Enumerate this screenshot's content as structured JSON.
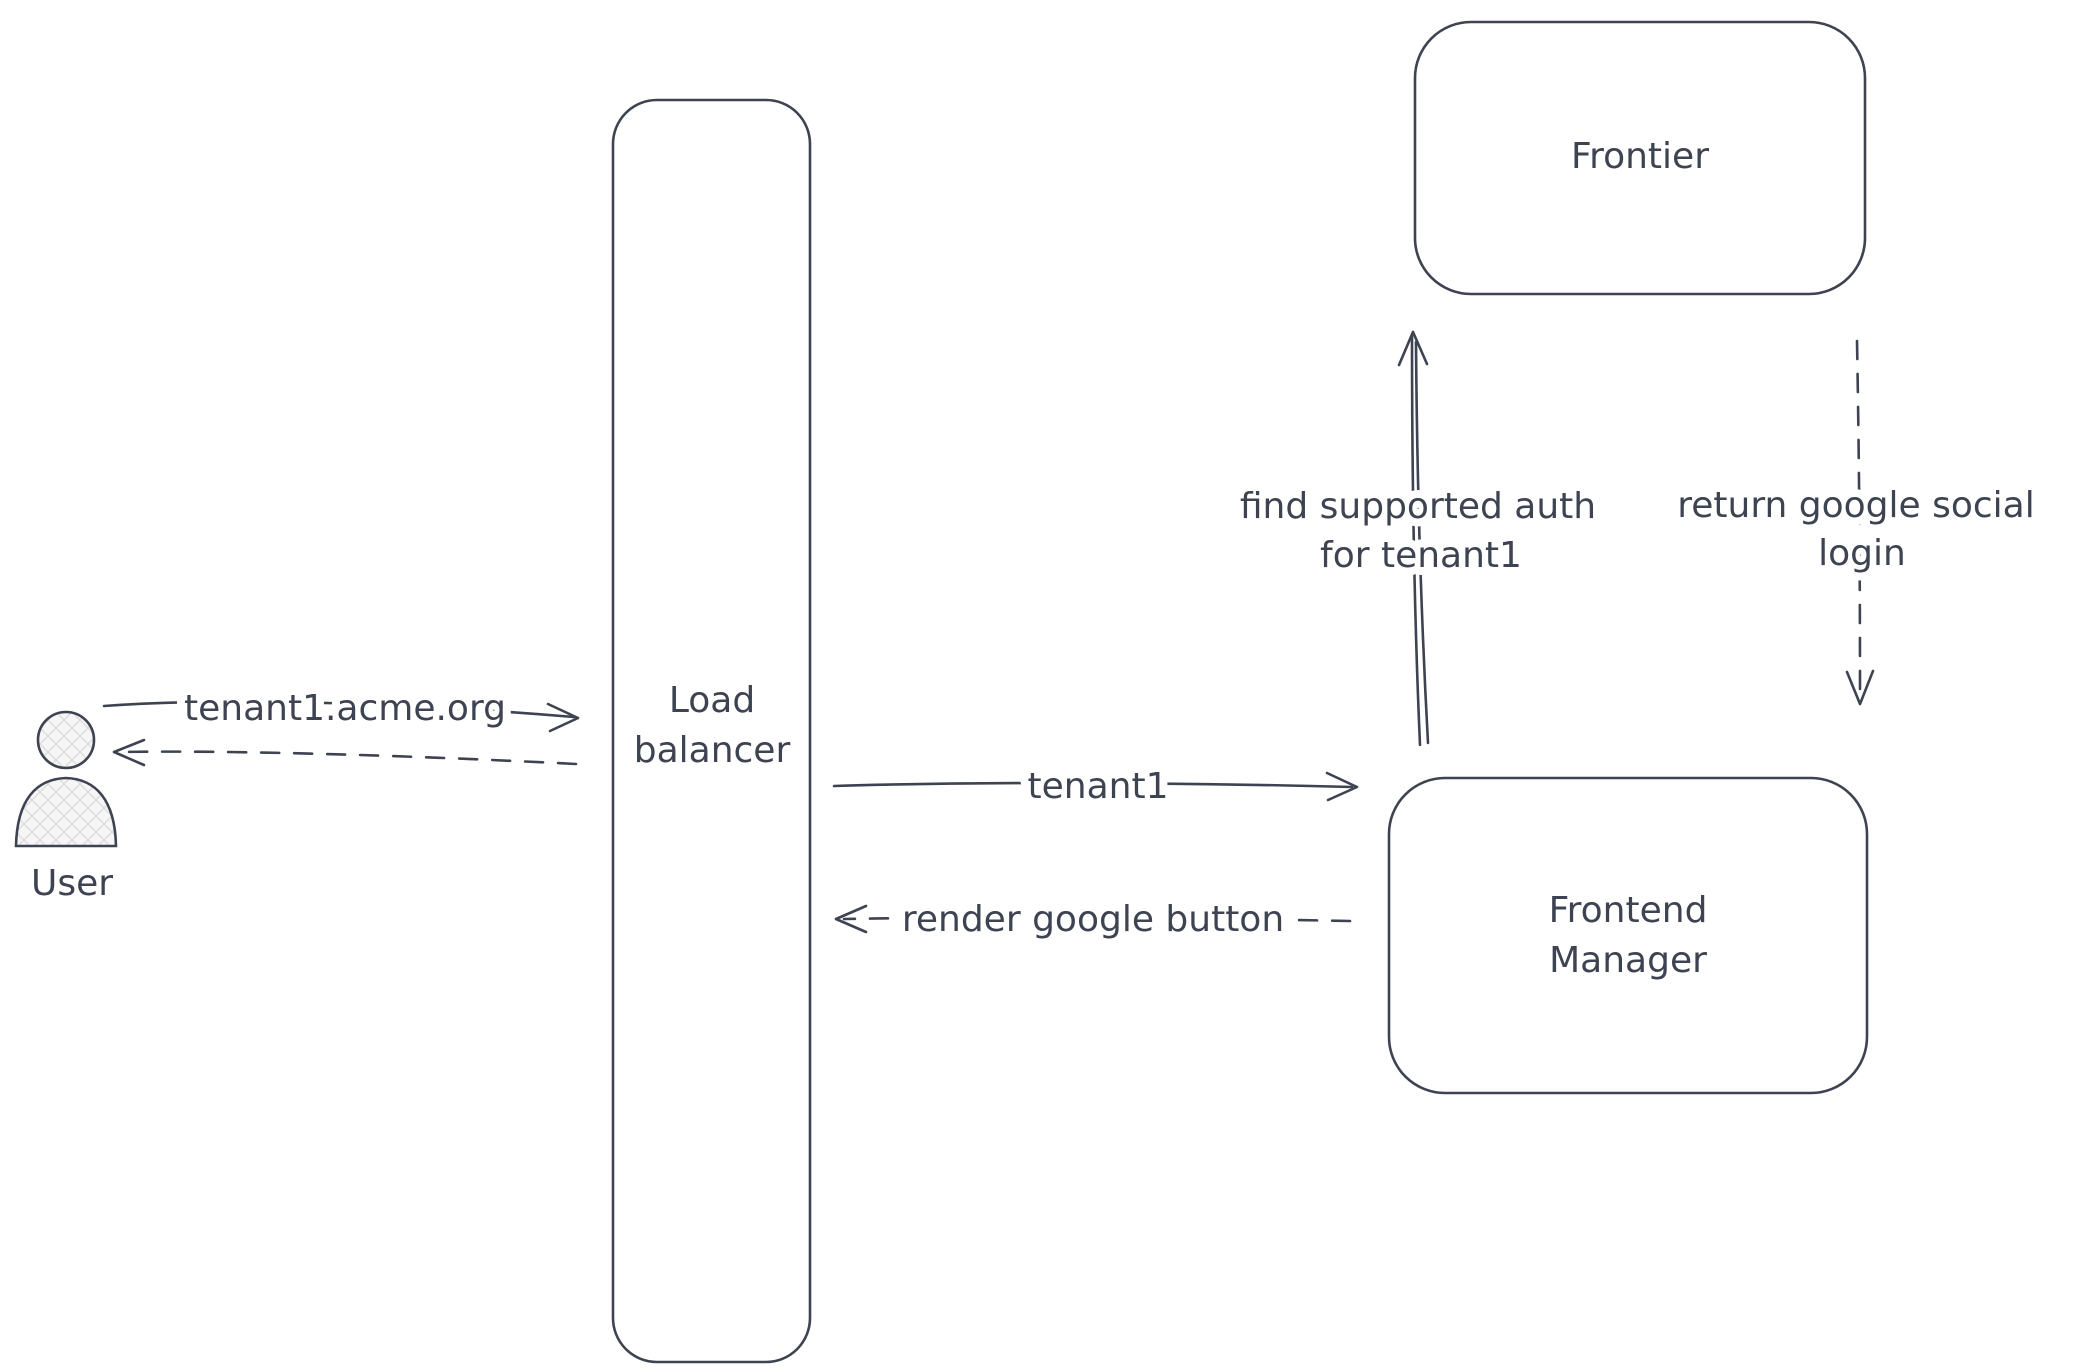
{
  "canvas": {
    "type": "flow-diagram",
    "background": "#ffffff",
    "stroke_color": "#3d4350"
  },
  "nodes": {
    "user": {
      "label": "User"
    },
    "load_balancer": {
      "line1": "Load",
      "line2": "balancer"
    },
    "frontier": {
      "label": "Frontier"
    },
    "frontend_manager": {
      "line1": "Frontend",
      "line2": "Manager"
    }
  },
  "edges": {
    "user_to_load_balancer": {
      "label": "tenant1.acme.org",
      "style": "solid",
      "direction": "right"
    },
    "load_balancer_to_user": {
      "style": "dashed",
      "direction": "left"
    },
    "load_balancer_to_frontend_manager": {
      "label": "tenant1",
      "style": "solid",
      "direction": "right"
    },
    "frontend_manager_to_load_balancer": {
      "label": "render google button",
      "style": "dashed",
      "direction": "left"
    },
    "frontend_manager_to_frontier": {
      "line1": "find supported auth",
      "line2": "for tenant1",
      "style": "solid",
      "direction": "up"
    },
    "frontier_to_frontend_manager": {
      "line1": "return google social",
      "line2": "login",
      "style": "dashed",
      "direction": "down"
    }
  }
}
